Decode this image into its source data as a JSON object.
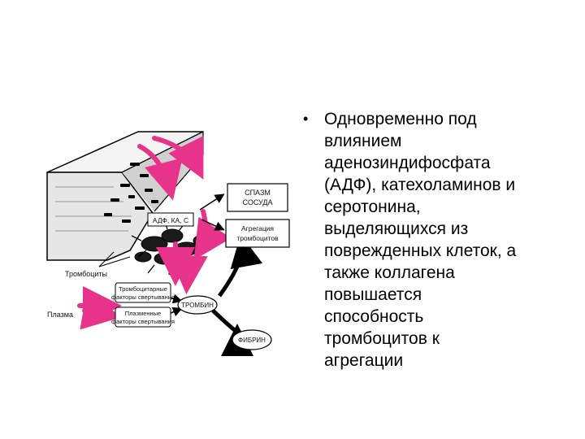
{
  "diagram": {
    "labels": {
      "spasm": [
        "СПАЗМ",
        "СОСУДА"
      ],
      "adp": "АДФ, КА, С",
      "aggregation": [
        "Агрегация",
        "тромбоцитов"
      ],
      "platelets": "Тромбоциты",
      "plasma": "Плазма",
      "platelet_factors": [
        "Тромбоцитарные",
        "факторы свертывания"
      ],
      "plasma_factors": [
        "Плазменные",
        "факторы свертывания"
      ],
      "thrombin": "ТРОМБИН",
      "fibrin": "ФИБРИН"
    },
    "arrow_color": "#e8338a"
  },
  "bullet": {
    "symbol": "•",
    "lines": [
      "Одновременно под",
      "влиянием",
      "аденозиндифосфата",
      "(АДФ), катехоламинов и",
      "серотонина,",
      "выделяющихся из",
      "поврежденных клеток, а",
      "также коллагена",
      "повышается",
      "способность",
      "тромбоцитов к",
      "агрегации"
    ]
  }
}
